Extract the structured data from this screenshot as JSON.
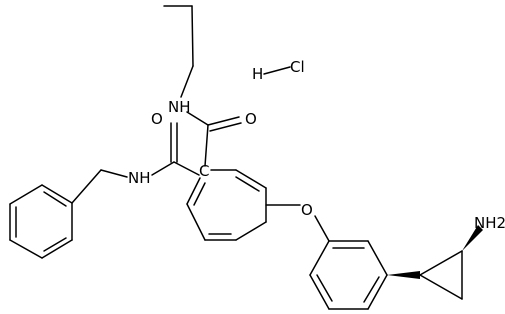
{
  "structure": {
    "atom_labels": {
      "nh_propyl": "NH",
      "o_propyl_amide": "O",
      "nh_benzyl": "NH",
      "o_benzyl_amide": "O",
      "central_carbon": "C",
      "o_ether": "O",
      "nh2": "NH2",
      "h_salt": "H",
      "cl_salt": "Cl"
    }
  }
}
